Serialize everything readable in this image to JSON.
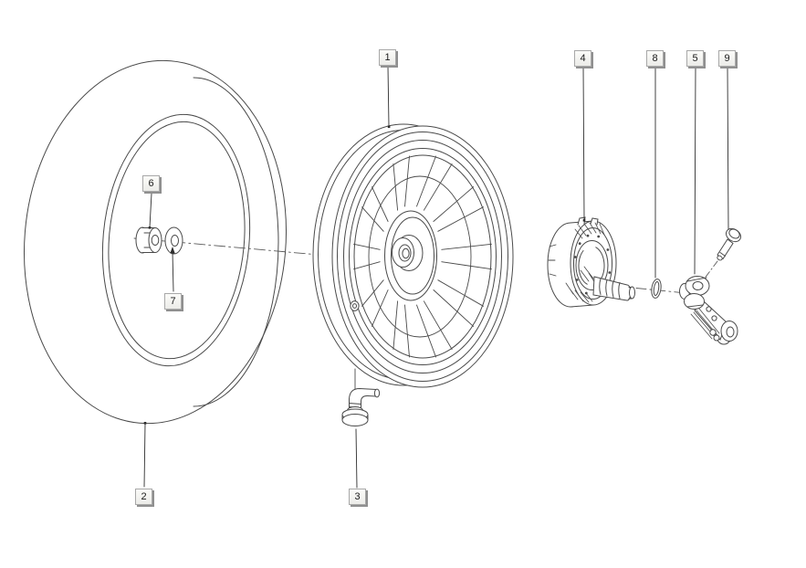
{
  "diagram": {
    "background": "#ffffff",
    "line_color": "#4a4a4a",
    "callout_style": {
      "fill": "#f4f4f1",
      "border": "#a8a8a8",
      "shadow": "#8f8f8f",
      "text_color": "#1a1a1a"
    },
    "callouts": [
      {
        "label": "1"
      },
      {
        "label": "2"
      },
      {
        "label": "3"
      },
      {
        "label": "4"
      },
      {
        "label": "5"
      },
      {
        "label": "6"
      },
      {
        "label": "7"
      },
      {
        "label": "8"
      },
      {
        "label": "9"
      }
    ]
  }
}
